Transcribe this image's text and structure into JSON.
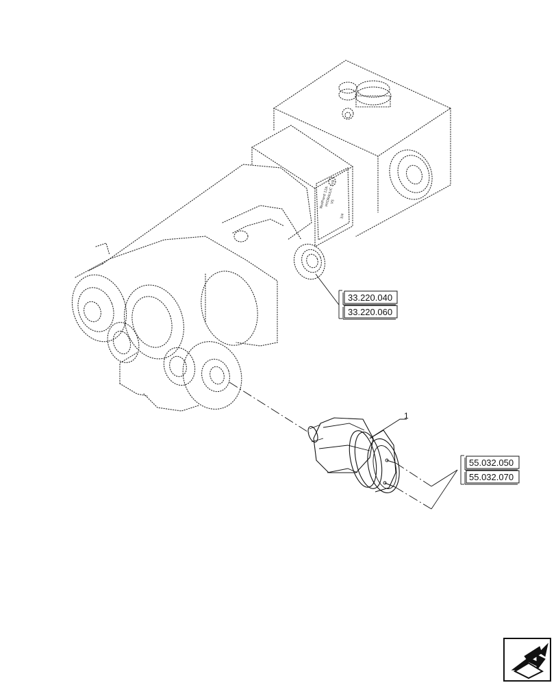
{
  "diagram": {
    "callout": "1",
    "references": {
      "valve_port_a": "33.220.040",
      "valve_port_b": "33.220.060",
      "sensor_conn_a": "55.032.050",
      "sensor_conn_b": "55.032.070"
    },
    "nav_icon": "next-page-arrow-icon"
  }
}
